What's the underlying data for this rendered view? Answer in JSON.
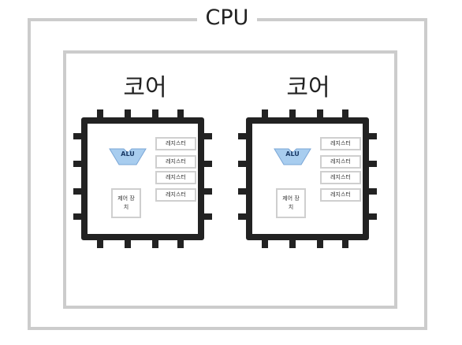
{
  "cpu": {
    "label": "CPU"
  },
  "cores": [
    {
      "title": "코어",
      "alu_label": "ALU",
      "registers": [
        "레지스터",
        "레지스터",
        "레지스터",
        "레지스터"
      ],
      "control_unit": "제어 장치"
    },
    {
      "title": "코어",
      "alu_label": "ALU",
      "registers": [
        "레지스터",
        "레지스터",
        "레지스터",
        "레지스터"
      ],
      "control_unit": "제어 장치"
    }
  ],
  "colors": {
    "frame": "#cccccc",
    "chip_border": "#222222",
    "alu_fill": "#a8cdef",
    "alu_stroke": "#7aa6d6"
  }
}
